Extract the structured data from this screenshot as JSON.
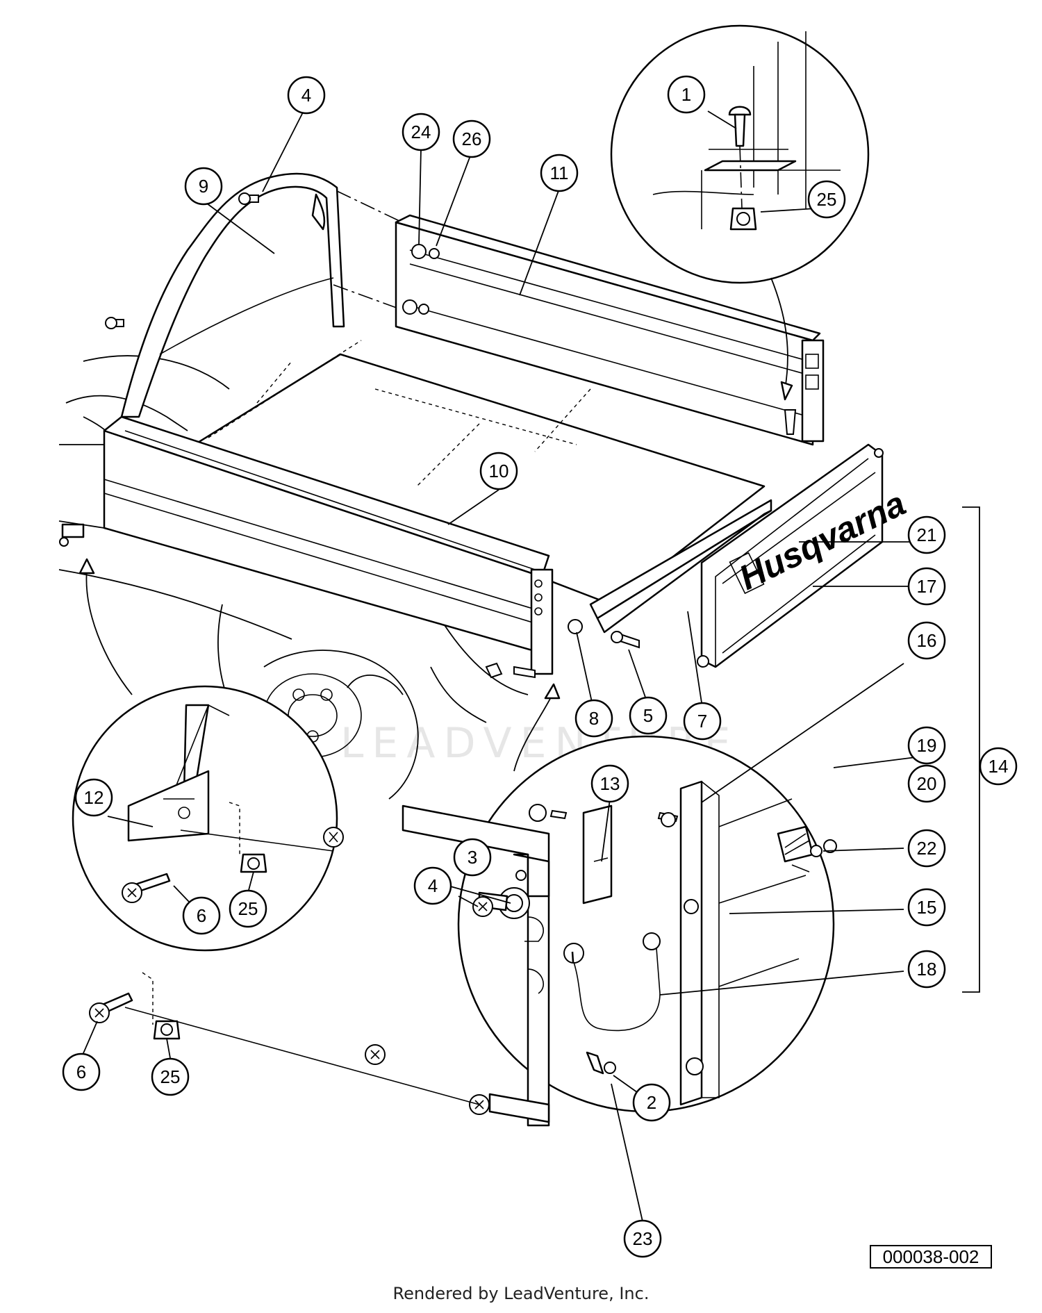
{
  "brand_logo_text": "Husqvarna",
  "watermark_text": "LEADVENTURE",
  "drawing_code": "000038-002",
  "footer_text": "Rendered by LeadVenture, Inc.",
  "callouts": [
    {
      "id": "c1",
      "label": "1"
    },
    {
      "id": "c2",
      "label": "2"
    },
    {
      "id": "c3",
      "label": "3"
    },
    {
      "id": "c4a",
      "label": "4"
    },
    {
      "id": "c4b",
      "label": "4"
    },
    {
      "id": "c5",
      "label": "5"
    },
    {
      "id": "c6a",
      "label": "6"
    },
    {
      "id": "c6b",
      "label": "6"
    },
    {
      "id": "c7",
      "label": "7"
    },
    {
      "id": "c8",
      "label": "8"
    },
    {
      "id": "c9",
      "label": "9"
    },
    {
      "id": "c10",
      "label": "10"
    },
    {
      "id": "c11",
      "label": "11"
    },
    {
      "id": "c12",
      "label": "12"
    },
    {
      "id": "c13",
      "label": "13"
    },
    {
      "id": "c14",
      "label": "14"
    },
    {
      "id": "c15",
      "label": "15"
    },
    {
      "id": "c16",
      "label": "16"
    },
    {
      "id": "c17",
      "label": "17"
    },
    {
      "id": "c18",
      "label": "18"
    },
    {
      "id": "c19",
      "label": "19"
    },
    {
      "id": "c20",
      "label": "20"
    },
    {
      "id": "c21",
      "label": "21"
    },
    {
      "id": "c22",
      "label": "22"
    },
    {
      "id": "c23",
      "label": "23"
    },
    {
      "id": "c24",
      "label": "24"
    },
    {
      "id": "c25a",
      "label": "25"
    },
    {
      "id": "c25b",
      "label": "25"
    },
    {
      "id": "c25c",
      "label": "25"
    },
    {
      "id": "c26",
      "label": "26"
    }
  ]
}
